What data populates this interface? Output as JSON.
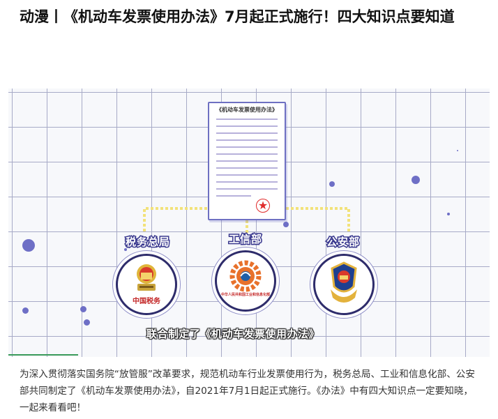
{
  "article": {
    "title": "动漫丨《机动车发票使用办法》7月起正式施行！四大知识点要知道",
    "body": "为深入贯彻落实国务院“放管服”改革要求，规范机动车行业发票使用行为，税务总局、工业和信息化部、公安部共同制定了《机动车发票使用办法》，自2021年7月1日起正式施行。《办法》中有四大知识点一定要知晓，一起来看看吧！"
  },
  "figure": {
    "document_title": "《机动车发票使用办法》",
    "caption": "联合制定了《机动车发票使用办法》",
    "organizations": [
      {
        "name": "税务总局",
        "emblem_text": "中国税务",
        "icon": "tax-bureau-emblem-icon"
      },
      {
        "name": "工信部",
        "emblem_text": "中华人民共和国工业和信息化部",
        "icon": "miit-gear-emblem-icon"
      },
      {
        "name": "公安部",
        "emblem_text": "",
        "icon": "police-emblem-icon"
      }
    ],
    "colors": {
      "accent": "#3b3a8f",
      "connector": "#f2e27a",
      "red": "#e02a2a",
      "grid": "#a7aac7"
    }
  }
}
